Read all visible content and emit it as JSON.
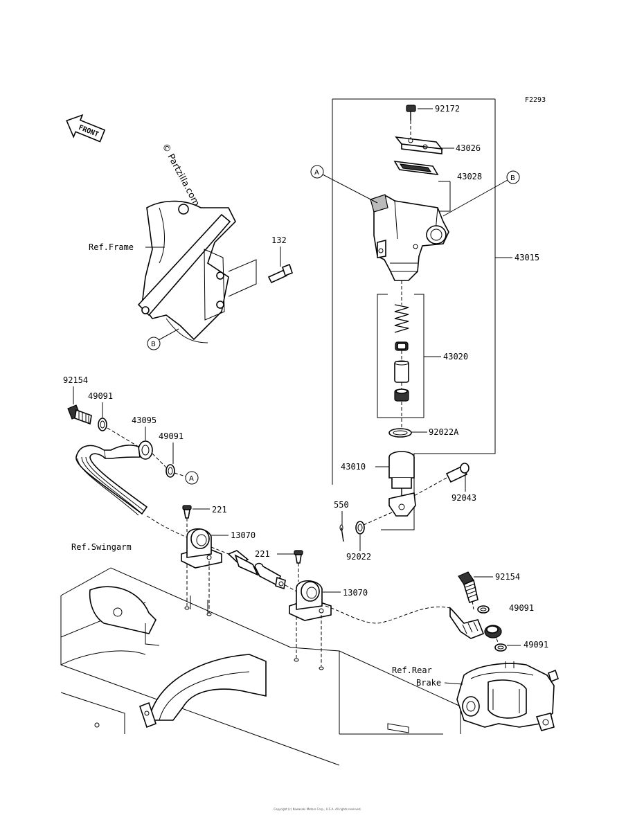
{
  "figure_code": "F2293",
  "watermark": "© Partzilla.com",
  "front_label": "FRONT",
  "refs": {
    "frame": "Ref.Frame",
    "swingarm": "Ref.Swingarm",
    "rear_brake_1": "Ref.Rear",
    "rear_brake_2": "Brake"
  },
  "callouts": {
    "A": "A",
    "B": "B"
  },
  "parts": {
    "p92172": "92172",
    "p43026": "43026",
    "p43028": "43028",
    "p43015": "43015",
    "p43020": "43020",
    "p92022A": "92022A",
    "p43010": "43010",
    "p92043": "92043",
    "p550": "550",
    "p92022": "92022",
    "p132": "132",
    "p92154_top": "92154",
    "p49091_a": "49091",
    "p43095": "43095",
    "p49091_b": "49091",
    "p221_a": "221",
    "p13070_a": "13070",
    "p221_b": "221",
    "p13070_b": "13070",
    "p92154_bottom": "92154",
    "p49091_c": "49091",
    "p49091_d": "49091"
  },
  "footer_credit": "Copyright (c) Kawasaki Motors Corp., U.S.A. All rights reserved."
}
